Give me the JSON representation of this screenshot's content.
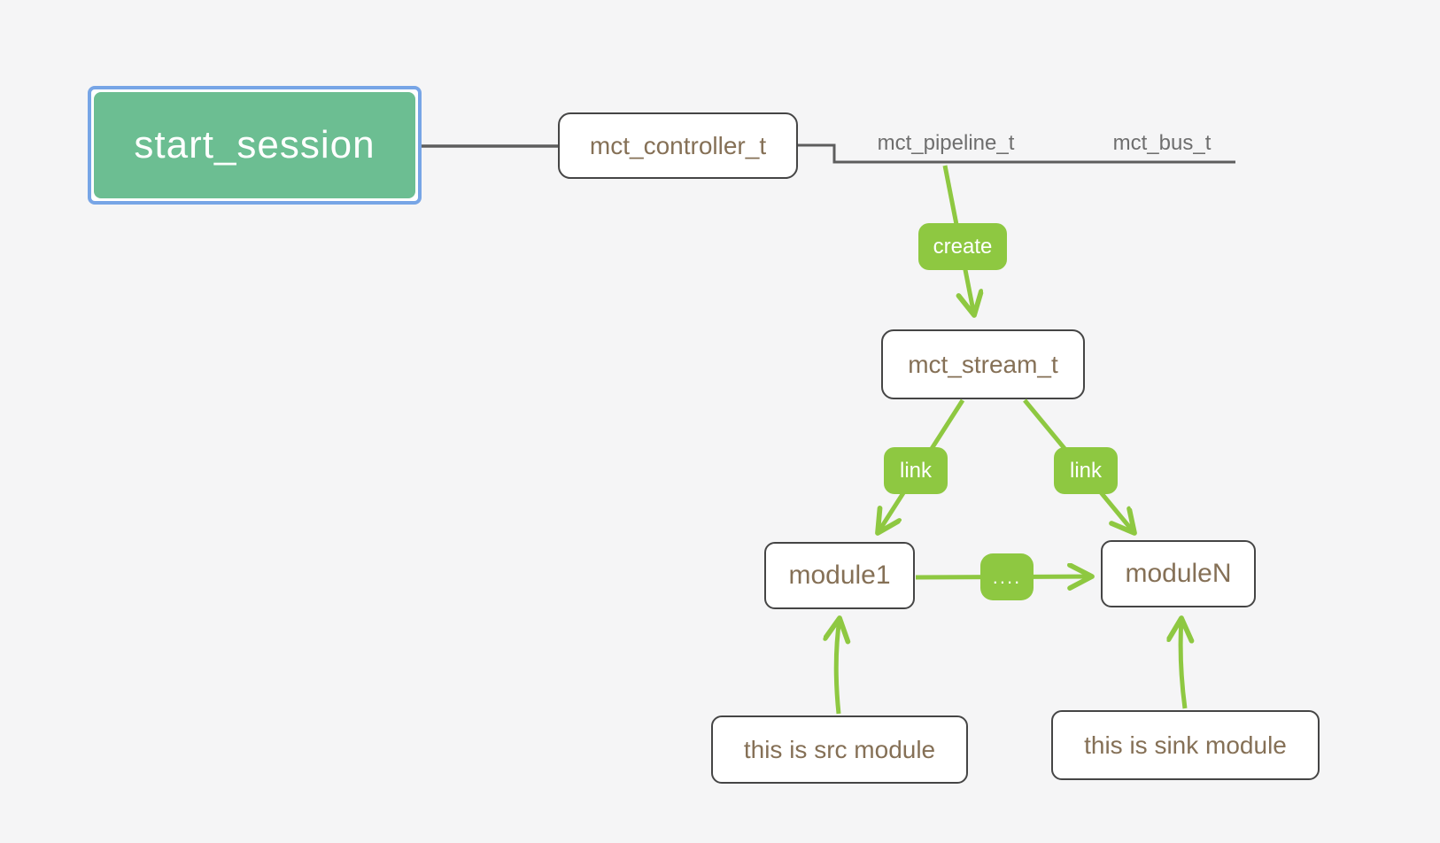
{
  "diagram": {
    "nodes": {
      "start_session": {
        "label": "start_session"
      },
      "mct_controller": {
        "label": "mct_controller_t"
      },
      "mct_pipeline": {
        "label": "mct_pipeline_t"
      },
      "mct_bus": {
        "label": "mct_bus_t"
      },
      "mct_stream": {
        "label": "mct_stream_t"
      },
      "module1": {
        "label": "module1"
      },
      "moduleN": {
        "label": "moduleN"
      },
      "src_note": {
        "label": "this is src module"
      },
      "sink_note": {
        "label": "this is sink module"
      }
    },
    "edge_labels": {
      "create": {
        "label": "create"
      },
      "link_left": {
        "label": "link"
      },
      "link_right": {
        "label": "link"
      },
      "dots": {
        "label": "...."
      }
    },
    "colors": {
      "background": "#f5f5f6",
      "topic_green": "#6cbe92",
      "selection_blue": "#77a5e6",
      "arrow_green": "#8ec841",
      "border_dark": "#454545",
      "text_brown": "#857056",
      "text_gray": "#6e6e6e",
      "connector_gray": "#5d5d5d"
    }
  }
}
